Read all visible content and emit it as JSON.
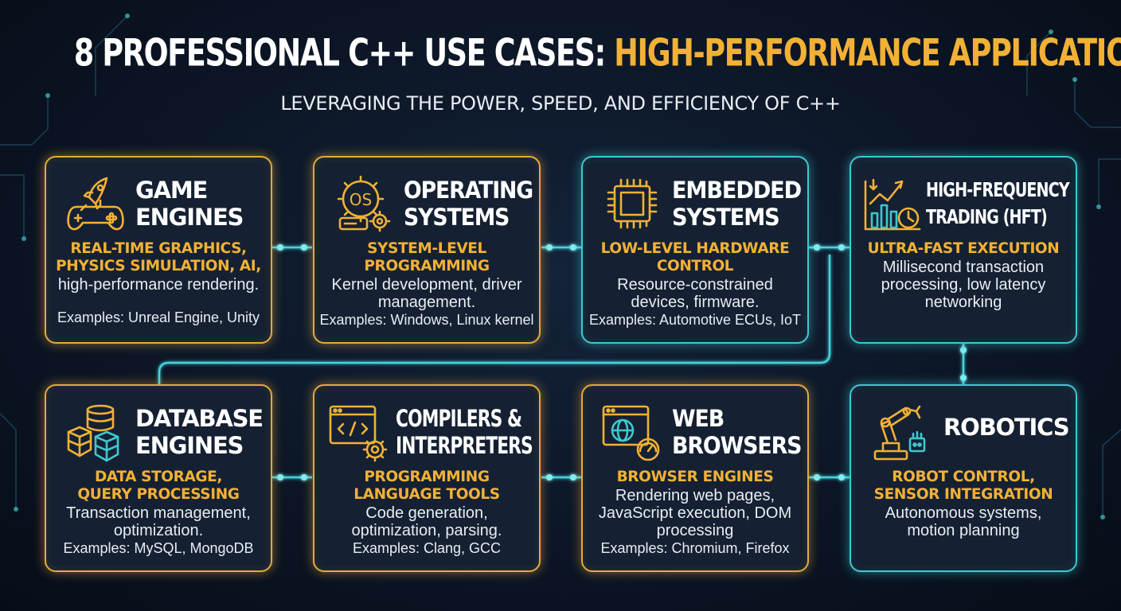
{
  "title": {
    "main": "8 PROFESSIONAL C++ USE CASES: ",
    "accent": "HIGH-PERFORMANCE APPLICATIONS"
  },
  "subtitle": "LEVERAGING THE POWER, SPEED, AND EFFICIENCY OF C++",
  "colors": {
    "gold": "#f2b135",
    "teal": "#3fc7cf",
    "background": "#0c1626",
    "card": "#152132"
  },
  "cards": [
    {
      "title": [
        "GAME",
        "ENGINES"
      ],
      "icon": "rocket-gamepad-icon",
      "sub": [
        "REAL-TIME GRAPHICS,",
        "PHYSICS SIMULATION, AI,"
      ],
      "desc": [
        "high-performance rendering."
      ],
      "example": "Examples: Unreal Engine, Unity"
    },
    {
      "title": [
        "OPERATING",
        "SYSTEMS"
      ],
      "icon": "os-gear-icon",
      "sub": [
        "SYSTEM-LEVEL",
        "PROGRAMMING"
      ],
      "desc": [
        "Kernel development, driver",
        "management."
      ],
      "example": "Examples: Windows, Linux kernel"
    },
    {
      "title": [
        "EMBEDDED",
        "SYSTEMS"
      ],
      "icon": "microchip-icon",
      "sub": [
        "LOW-LEVEL HARDWARE",
        "CONTROL"
      ],
      "desc": [
        "Resource-constrained",
        "devices, firmware."
      ],
      "example": "Examples: Automotive ECUs, IoT"
    },
    {
      "title": [
        "HIGH-FREQUENCY",
        "TRADING (HFT)"
      ],
      "icon": "trading-chart-icon",
      "sub": [
        "ULTRA-FAST EXECUTION"
      ],
      "desc": [
        "Millisecond transaction",
        "processing, low latency",
        "networking"
      ],
      "example": ""
    },
    {
      "title": [
        "DATABASE",
        "ENGINES"
      ],
      "icon": "database-cubes-icon",
      "sub": [
        "DATA STORAGE,",
        "QUERY PROCESSING"
      ],
      "desc": [
        "Transaction management,",
        "optimization."
      ],
      "example": "Examples: MySQL, MongoDB"
    },
    {
      "title": [
        "COMPILERS &",
        "INTERPRETERS"
      ],
      "icon": "code-window-gear-icon",
      "sub": [
        "PROGRAMMING",
        "LANGUAGE TOOLS"
      ],
      "desc": [
        "Code generation,",
        "optimization, parsing."
      ],
      "example": "Examples: Clang, GCC"
    },
    {
      "title": [
        "WEB",
        "BROWSERS"
      ],
      "icon": "browser-globe-icon",
      "sub": [
        "BROWSER ENGINES"
      ],
      "desc": [
        "Rendering web pages,",
        "JavaScript execution, DOM",
        "processing"
      ],
      "example": "Examples: Chromium, Firefox"
    },
    {
      "title": [
        "ROBOTICS"
      ],
      "icon": "robot-arm-icon",
      "sub": [
        "ROBOT CONTROL,",
        "SENSOR INTEGRATION"
      ],
      "desc": [
        "Autonomous systems,",
        "motion planning"
      ],
      "example": ""
    }
  ]
}
